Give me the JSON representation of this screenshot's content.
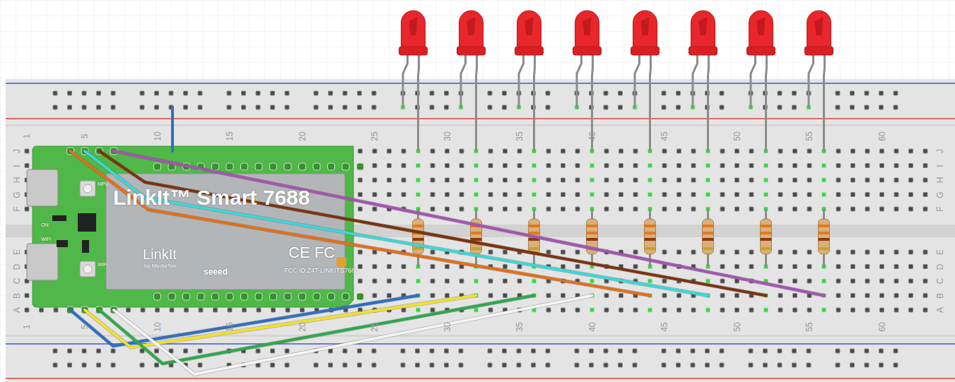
{
  "diagram": {
    "nodes": [
      {
        "text": [
          "LinkIt™ Smart 7688",
          "LinkIt",
          "by MediaTek",
          "seeed",
          "CE FC",
          "FCC ID:Z4T-LINKITS7688",
          "MPU",
          "WiFi",
          "ON",
          "WiFi"
        ]
      }
    ],
    "labels": [
      "1",
      "5",
      "10",
      "15",
      "20",
      "25",
      "30",
      "35",
      "40",
      "45",
      "50",
      "55",
      "60",
      "1",
      "5",
      "10",
      "15",
      "20",
      "25",
      "30",
      "35",
      "40",
      "45",
      "50",
      "55",
      "60",
      "J",
      "I",
      "H",
      "G",
      "F",
      "E",
      "D",
      "C",
      "B",
      "A",
      "J",
      "I",
      "H",
      "G",
      "F",
      "E",
      "D",
      "C",
      "B",
      "A"
    ]
  }
}
